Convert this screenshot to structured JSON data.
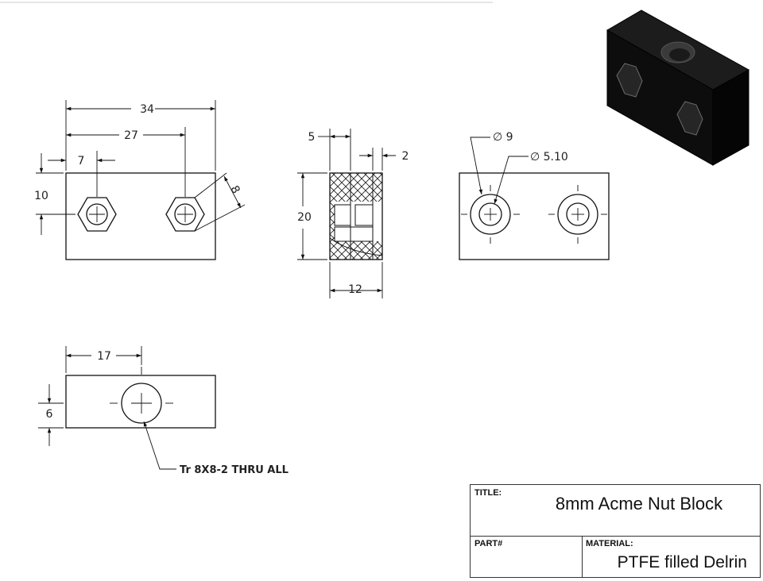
{
  "dimensions": {
    "front_overall_length": "34",
    "front_second_nut_position": "27",
    "front_first_nut_position": "7",
    "front_height": "10",
    "front_nut_across_flats": "8",
    "section_flange": "5",
    "section_lip": "2",
    "section_height": "20",
    "section_width": "12",
    "side_counterbore_diameter": "∅ 9",
    "side_hole_diameter": "∅ 5.10",
    "top_hole_position": "17",
    "top_hole_offset": "6"
  },
  "callouts": {
    "thread_note": "Tr 8X8-2 THRU ALL"
  },
  "title_block": {
    "title_label": "TITLE:",
    "title": "8mm Acme Nut Block",
    "part_label": "PART#",
    "part_value": "",
    "material_label": "MATERIAL:",
    "material": "PTFE filled Delrin"
  },
  "colors": {
    "line": "#111111",
    "iso_dark": "#0d0d0d",
    "hatch": "#222222"
  }
}
